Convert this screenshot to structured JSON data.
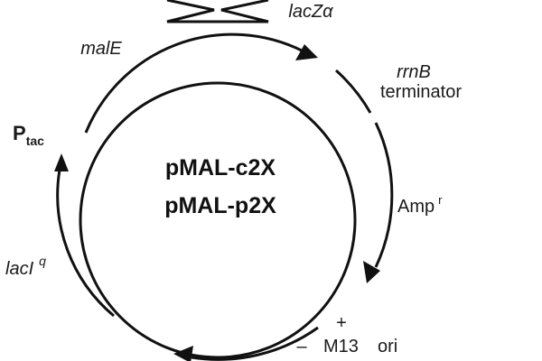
{
  "plasmid": {
    "names": [
      "pMAL-c2X",
      "pMAL-p2X"
    ]
  },
  "features": {
    "malE": "malE",
    "lacZ": "lacZα",
    "rrnB_gene": "rrnB",
    "rrnB_terminator": "terminator",
    "amp": "Amp",
    "amp_sup": "r",
    "ptac_main": "P",
    "ptac_sub": "tac",
    "lacI": "lacI",
    "lacI_sup": "q",
    "m13_plus": "+",
    "m13_minus": "–",
    "m13": "M13",
    "ori": "ori"
  },
  "colors": {
    "stroke": "#111111",
    "text": "#1a1a1a",
    "background": "#ffffff"
  }
}
